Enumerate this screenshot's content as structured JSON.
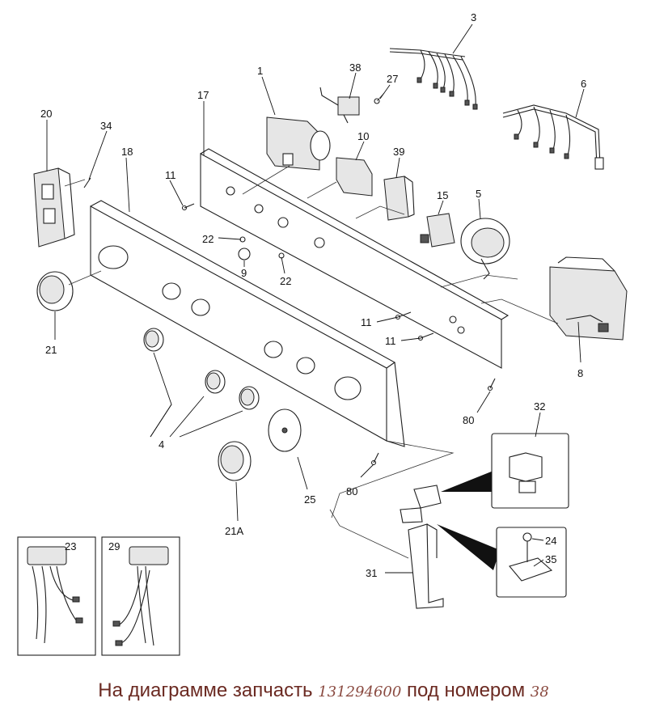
{
  "labels": {
    "l1": "1",
    "l3": "3",
    "l4": "4",
    "l5": "5",
    "l6": "6",
    "l8": "8",
    "l9": "9",
    "l10": "10",
    "l11a": "11",
    "l11b": "11",
    "l11c": "11",
    "l15": "15",
    "l17": "17",
    "l18": "18",
    "l20": "20",
    "l21": "21",
    "l21a": "21A",
    "l22a": "22",
    "l22b": "22",
    "l23": "23",
    "l24": "24",
    "l25": "25",
    "l27": "27",
    "l29": "29",
    "l31": "31",
    "l32": "32",
    "l34": "34",
    "l35": "35",
    "l38": "38",
    "l39": "39",
    "l80a": "80",
    "l80b": "80"
  },
  "caption": {
    "prefix": "На диаграмме запчасть",
    "part_number": "131294600",
    "middle": "под номером",
    "item": "38"
  },
  "colors": {
    "caption": "#6b2a22",
    "line": "#1f1f1f"
  }
}
